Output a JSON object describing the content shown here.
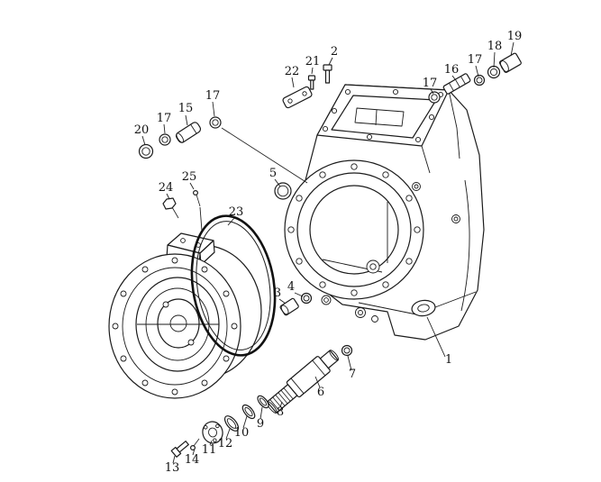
{
  "diagram": {
    "type": "exploded-parts-diagram",
    "colors": {
      "ink": "#1b1b1b",
      "background": "#ffffff"
    },
    "callouts": [
      {
        "label": "1"
      },
      {
        "label": "2"
      },
      {
        "label": "3"
      },
      {
        "label": "4"
      },
      {
        "label": "5"
      },
      {
        "label": "6"
      },
      {
        "label": "7"
      },
      {
        "label": "8"
      },
      {
        "label": "9"
      },
      {
        "label": "10"
      },
      {
        "label": "11"
      },
      {
        "label": "12"
      },
      {
        "label": "13"
      },
      {
        "label": "14"
      },
      {
        "label": "15"
      },
      {
        "label": "16"
      },
      {
        "label": "17"
      },
      {
        "label": "17"
      },
      {
        "label": "18"
      },
      {
        "label": "19"
      },
      {
        "label": "20"
      },
      {
        "label": "17"
      },
      {
        "label": "17"
      },
      {
        "label": "21"
      },
      {
        "label": "22"
      },
      {
        "label": "23"
      },
      {
        "label": "24"
      },
      {
        "label": "25"
      }
    ]
  }
}
